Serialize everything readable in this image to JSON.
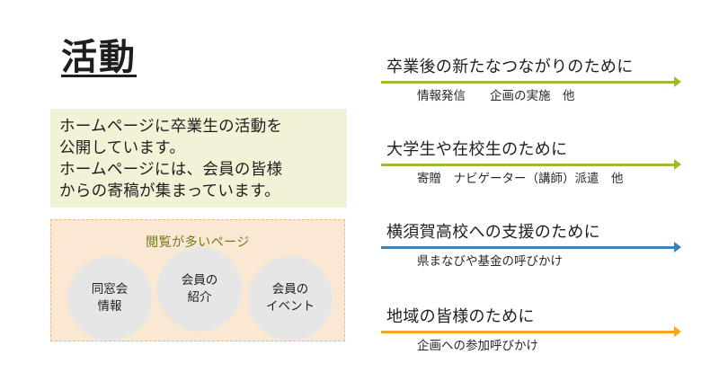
{
  "title": "活動",
  "intro": {
    "lines": [
      "ホームページに卒業生の活動を",
      "公開しています。",
      "ホームページには、会員の皆様",
      "からの寄稿が集まっています。"
    ]
  },
  "popular": {
    "title": "閲覧が多いページ",
    "items": [
      {
        "line1": "同窓会",
        "line2": "情報"
      },
      {
        "line1": "会員の",
        "line2": "紹介"
      },
      {
        "line1": "会員の",
        "line2": "イベント"
      }
    ]
  },
  "sections": [
    {
      "heading": "卒業後の新たなつながりのために",
      "sub": "情報発信　　企画の実施　他",
      "color": "#9bbb33"
    },
    {
      "heading": "大学生や在校生のために",
      "sub": "寄贈　ナビゲーター（講師）派遣　他",
      "color": "#9bbb33"
    },
    {
      "heading": "横須賀高校への支援のために",
      "sub": "県まなびや基金の呼びかけ",
      "color": "#3b82b8"
    },
    {
      "heading": "地域の皆様のために",
      "sub": "企画への参加呼びかけ",
      "color": "#f5a623"
    }
  ]
}
